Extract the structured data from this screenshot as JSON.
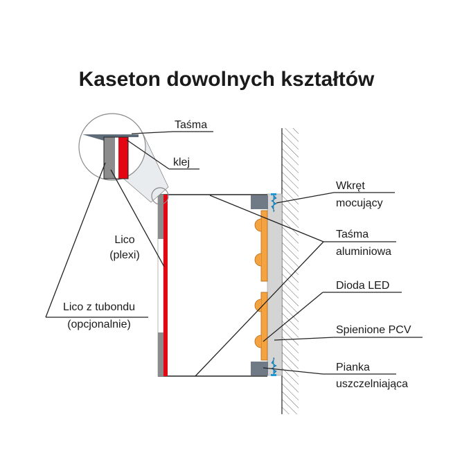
{
  "title": "Kaseton dowolnych kształtów",
  "labels": {
    "tasma": "Taśma",
    "klej": "klej",
    "wkret_1": "Wkręt",
    "wkret_2": "mocujący",
    "lico_1": "Lico",
    "lico_2": "(plexi)",
    "tasma_alu_1": "Taśma",
    "tasma_alu_2": "aluminiowa",
    "dioda": "Dioda LED",
    "lico_tubond_1": "Lico z tubondu",
    "lico_tubond_2": "(opcjonalnie)",
    "pcv": "Spienione PCV",
    "pianka_1": "Pianka",
    "pianka_2": "uszczelniająca"
  },
  "colors": {
    "plexi_red": "#e30613",
    "tubond_grey": "#8c8c8c",
    "pcv_grey": "#d4d4d4",
    "led_orange": "#f4a340",
    "screw_blue": "#1e9bd7",
    "foam_grey": "#6f7a86"
  }
}
